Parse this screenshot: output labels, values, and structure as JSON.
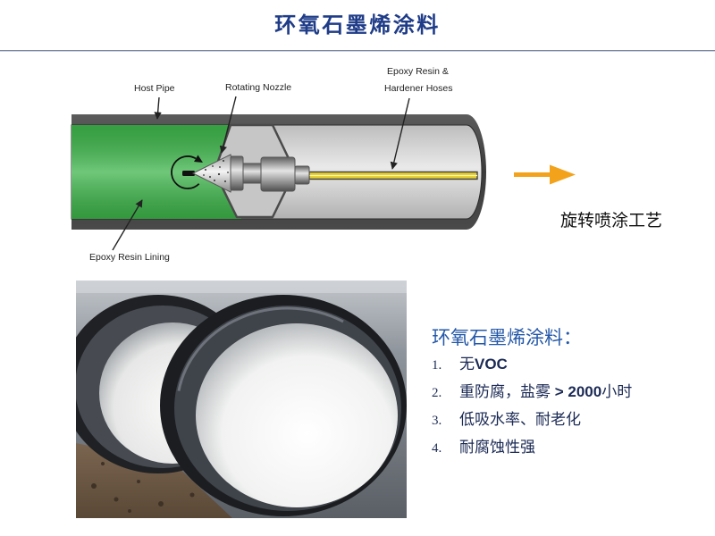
{
  "slide": {
    "title": "环氧石墨烯涂料"
  },
  "diagram": {
    "labels": {
      "host_pipe": "Host Pipe",
      "rotating_nozzle": "Rotating Nozzle",
      "hoses_line1": "Epoxy Resin &",
      "hoses_line2": "Hardener Hoses",
      "lining": "Epoxy Resin Lining"
    },
    "caption": "旋转喷涂工艺"
  },
  "features": {
    "heading": "环氧石墨烯涂料：",
    "items": [
      {
        "number": "1.",
        "parts": [
          "无",
          "VOC"
        ]
      },
      {
        "number": "2.",
        "parts": [
          "重防腐，盐雾",
          " > 2000",
          "小时"
        ]
      },
      {
        "number": "3.",
        "parts": [
          "低吸水率、耐老化"
        ]
      },
      {
        "number": "4.",
        "parts": [
          "耐腐蚀性强"
        ]
      }
    ]
  },
  "theme": {
    "title_color": "#1F3C88",
    "heading_color": "#2458A8",
    "body_color": "#1B2A55",
    "lining_color": "#3DB54A",
    "hose_color": "#E3CC2E",
    "direction_arrow_color": "#F2A31B"
  }
}
